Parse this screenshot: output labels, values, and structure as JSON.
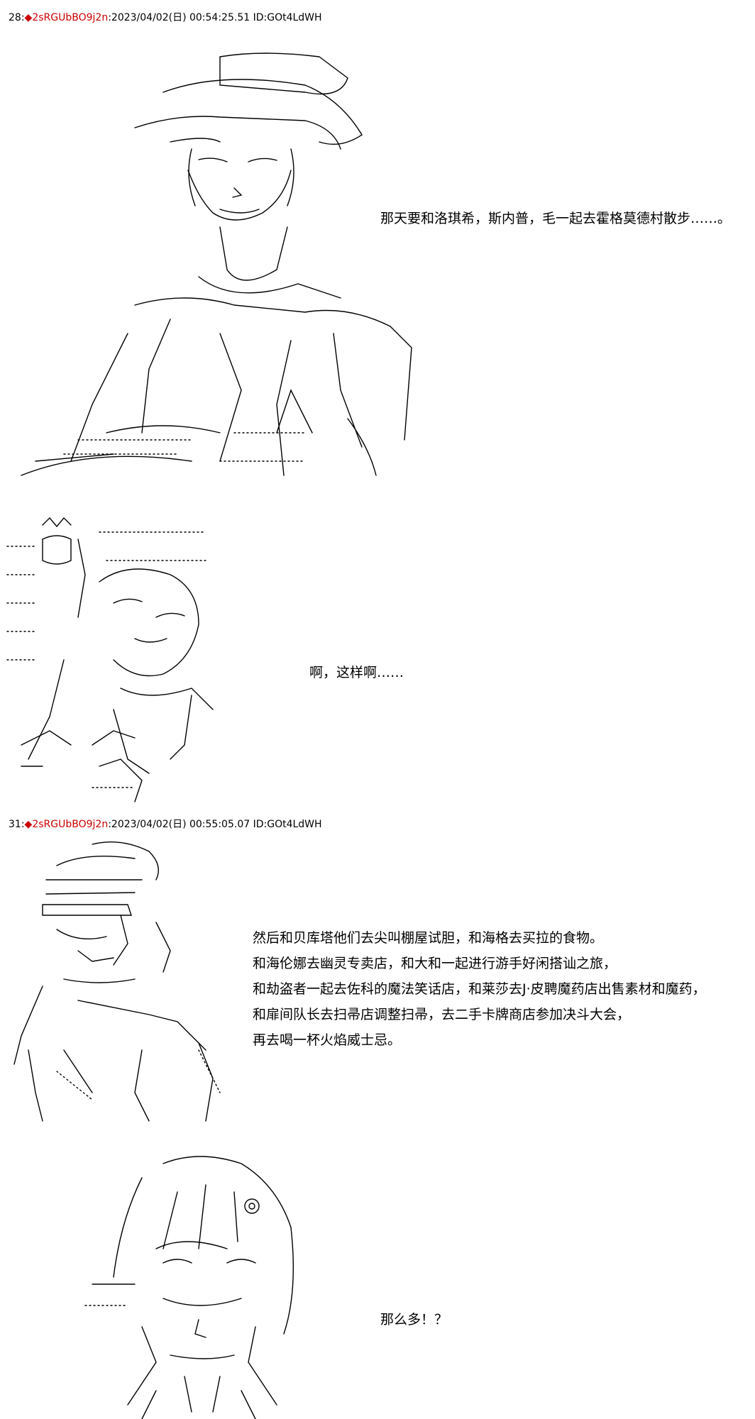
{
  "posts": [
    {
      "number": "28",
      "trip": "2sRGUbBO9j2n",
      "datetime": "2023/04/02(日) 00:54:25.51",
      "id": "ID:GOt4LdWH",
      "panels": [
        {
          "character": "young man with hat and cloak",
          "line": "那天要和洛琪希，斯内普，毛一起去霍格莫德村散步……。"
        },
        {
          "character": "small figure with crown",
          "line": "啊，这样啊……"
        }
      ]
    },
    {
      "number": "31",
      "trip": "2sRGUbBO9j2n",
      "datetime": "2023/04/02(日) 00:55:05.07",
      "id": "ID:GOt4LdWH",
      "panels": [
        {
          "character": "man with sunglasses",
          "lines": [
            "然后和贝库塔他们去尖叫棚屋试胆，和海格去买拉的食物。",
            "和海伦娜去幽灵专卖店，和大和一起进行游手好闲搭讪之旅，",
            "和劫盗者一起去佐科的魔法笑话店，和莱莎去J·皮聘魔药店出售素材和魔药，",
            "和扉间队长去扫帚店调整扫帚，去二手卡牌商店参加决斗大会，",
            "再去喝一杯火焰威士忌。"
          ]
        },
        {
          "character": "girl with hair ornament",
          "line": "那么多！？"
        }
      ]
    }
  ],
  "icons": {
    "trip_marker": "red-diamond-icon"
  },
  "colors": {
    "trip": "#cc0000",
    "text": "#000000",
    "background": "#ffffff"
  }
}
